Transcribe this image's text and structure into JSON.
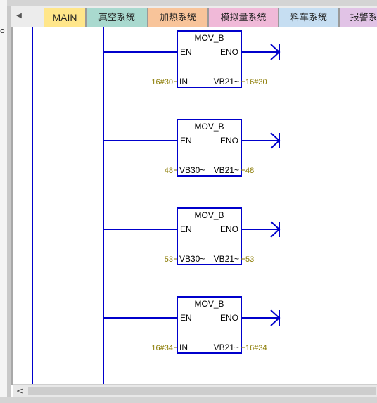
{
  "gutter": {
    "char": "o"
  },
  "tabs": [
    {
      "label": "MAIN",
      "color": "#ffe68a"
    },
    {
      "label": "真空系统",
      "color": "#a9d9cf"
    },
    {
      "label": "加热系统",
      "color": "#f8c49a"
    },
    {
      "label": "模拟量系统",
      "color": "#f0b9d8"
    },
    {
      "label": "料车系统",
      "color": "#c6def2"
    },
    {
      "label": "报警系",
      "color": "#e1c3e6"
    }
  ],
  "ladder": {
    "blocks": [
      {
        "title": "MOV_B",
        "en": "EN",
        "eno": "ENO",
        "in_pin": "IN",
        "out_pin": "VB21~",
        "in_value": "16#30",
        "out_value": "16#30"
      },
      {
        "title": "MOV_B",
        "en": "EN",
        "eno": "ENO",
        "in_pin": "VB30~",
        "out_pin": "VB21~",
        "in_value": "48",
        "out_value": "48"
      },
      {
        "title": "MOV_B",
        "en": "EN",
        "eno": "ENO",
        "in_pin": "VB30~",
        "out_pin": "VB21~",
        "in_value": "53",
        "out_value": "53"
      },
      {
        "title": "MOV_B",
        "en": "EN",
        "eno": "ENO",
        "in_pin": "IN",
        "out_pin": "VB21~",
        "in_value": "16#34",
        "out_value": "16#34"
      }
    ]
  },
  "scrollbar": {
    "left_arrow": "<"
  },
  "colors": {
    "wire": "#0000cc",
    "value_text": "#8a7a00",
    "box_border": "#0000cc"
  }
}
